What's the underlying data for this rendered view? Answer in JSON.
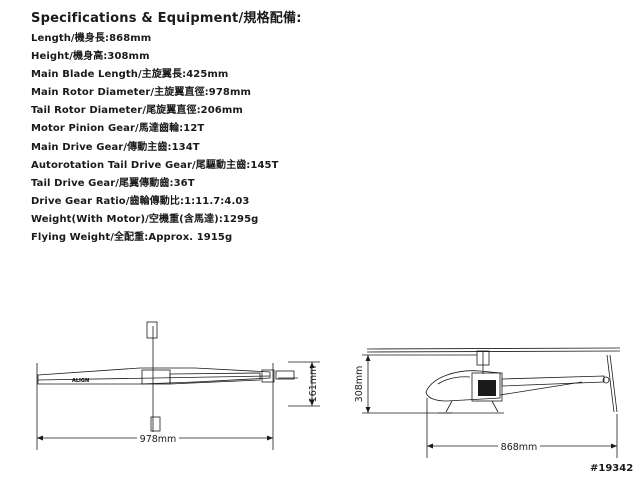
{
  "heading": "Specifications & Equipment/規格配備:",
  "specs": [
    "Length/機身長:868mm",
    "Height/機身高:308mm",
    "Main Blade Length/主旋翼長:425mm",
    "Main Rotor Diameter/主旋翼直徑:978mm",
    "Tail Rotor Diameter/尾旋翼直徑:206mm",
    "Motor Pinion Gear/馬達齒輪:12T",
    "Main Drive Gear/傳動主齒:134T",
    "Autorotation Tail Drive Gear/尾驅動主齒:145T",
    "Tail Drive Gear/尾翼傳動齒:36T",
    "Drive Gear Ratio/齒輪傳動比:1:11.7:4.03",
    "Weight(With Motor)/空機重(含馬達):1295g",
    "Flying Weight/全配重:Approx. 1915g"
  ],
  "top_view": {
    "width_label": "978mm",
    "height_label": "161mm",
    "boom_text": "ALIGN"
  },
  "side_view": {
    "length_label": "868mm",
    "height_label": "308mm"
  },
  "watermark": "#19342"
}
